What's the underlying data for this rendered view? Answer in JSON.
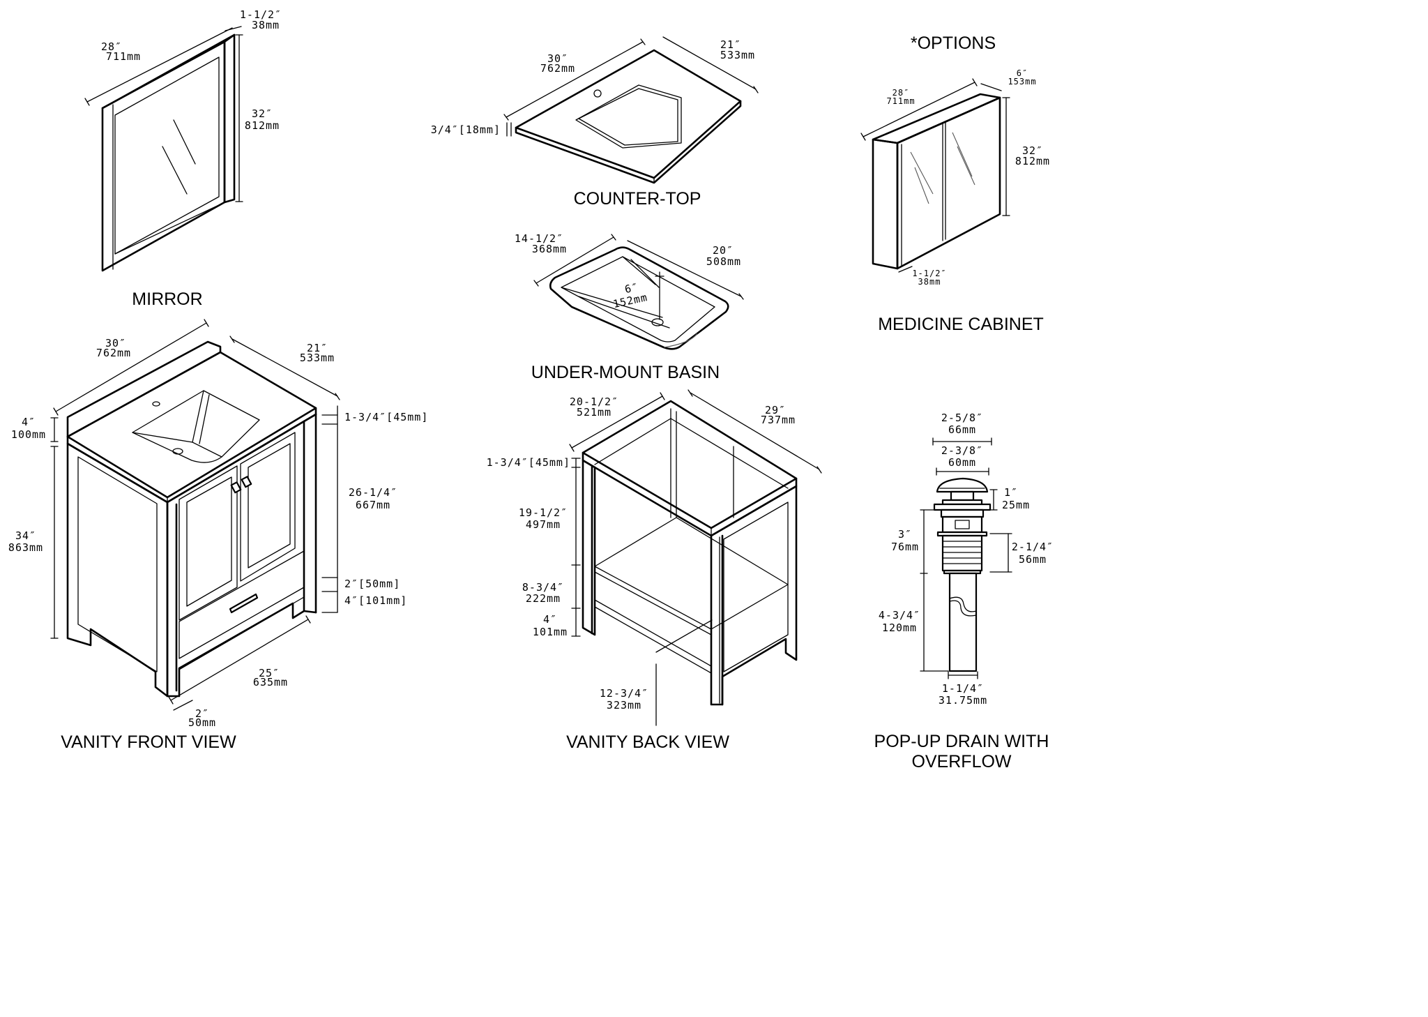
{
  "options_heading": "*OPTIONS",
  "mirror": {
    "title": "MIRROR",
    "width_in": "28″",
    "width_mm": "711mm",
    "depth_in": "1-1/2″",
    "depth_mm": "38mm",
    "height_in": "32″",
    "height_mm": "812mm"
  },
  "countertop": {
    "title": "COUNTER-TOP",
    "width_in": "30″",
    "width_mm": "762mm",
    "depth_in": "21″",
    "depth_mm": "533mm",
    "thickness": "3/4″[18mm]"
  },
  "basin": {
    "title": "UNDER-MOUNT BASIN",
    "width_in": "14-1/2″",
    "width_mm": "368mm",
    "length_in": "20″",
    "length_mm": "508mm",
    "depth_in": "6″",
    "depth_mm": "152mm"
  },
  "medicine_cabinet": {
    "title": "MEDICINE CABINET",
    "width_in": "28″",
    "width_mm": "711mm",
    "depth_in": "6″",
    "depth_mm": "153mm",
    "height_in": "32″",
    "height_mm": "812mm",
    "frame_in": "1-1/2″",
    "frame_mm": "38mm"
  },
  "vanity_front": {
    "title": "VANITY FRONT VIEW",
    "width_in": "30″",
    "width_mm": "762mm",
    "depth_in": "21″",
    "depth_mm": "533mm",
    "backsplash_in": "4″",
    "backsplash_mm": "100mm",
    "height_in": "34″",
    "height_mm": "863mm",
    "top": "1-3/4″[45mm]",
    "door_in": "26-1/4″",
    "door_mm": "667mm",
    "rail": "2″[50mm]",
    "toe": "4″[101mm]",
    "base_in": "25″",
    "base_mm": "635mm",
    "leg_in": "2″",
    "leg_mm": "50mm"
  },
  "vanity_back": {
    "title": "VANITY BACK VIEW",
    "width_in": "20-1/2″",
    "width_mm": "521mm",
    "depth_in": "29″",
    "depth_mm": "737mm",
    "top": "1-3/4″[45mm]",
    "upper_in": "19-1/2″",
    "upper_mm": "497mm",
    "mid_in": "8-3/4″",
    "mid_mm": "222mm",
    "toe_in": "4″",
    "toe_mm": "101mm",
    "shelf_in": "12-3/4″",
    "shelf_mm": "323mm"
  },
  "drain": {
    "title_line1": "POP-UP DRAIN WITH",
    "title_line2": "OVERFLOW",
    "flange_in": "2-5/8″",
    "flange_mm": "66mm",
    "cap_in": "2-3/8″",
    "cap_mm": "60mm",
    "cap_h_in": "1″",
    "cap_h_mm": "25mm",
    "body_in": "3″",
    "body_mm": "76mm",
    "thread_in": "2-1/4″",
    "thread_mm": "56mm",
    "tail_in": "4-3/4″",
    "tail_mm": "120mm",
    "pipe_in": "1-1/4″",
    "pipe_mm": "31.75mm"
  }
}
